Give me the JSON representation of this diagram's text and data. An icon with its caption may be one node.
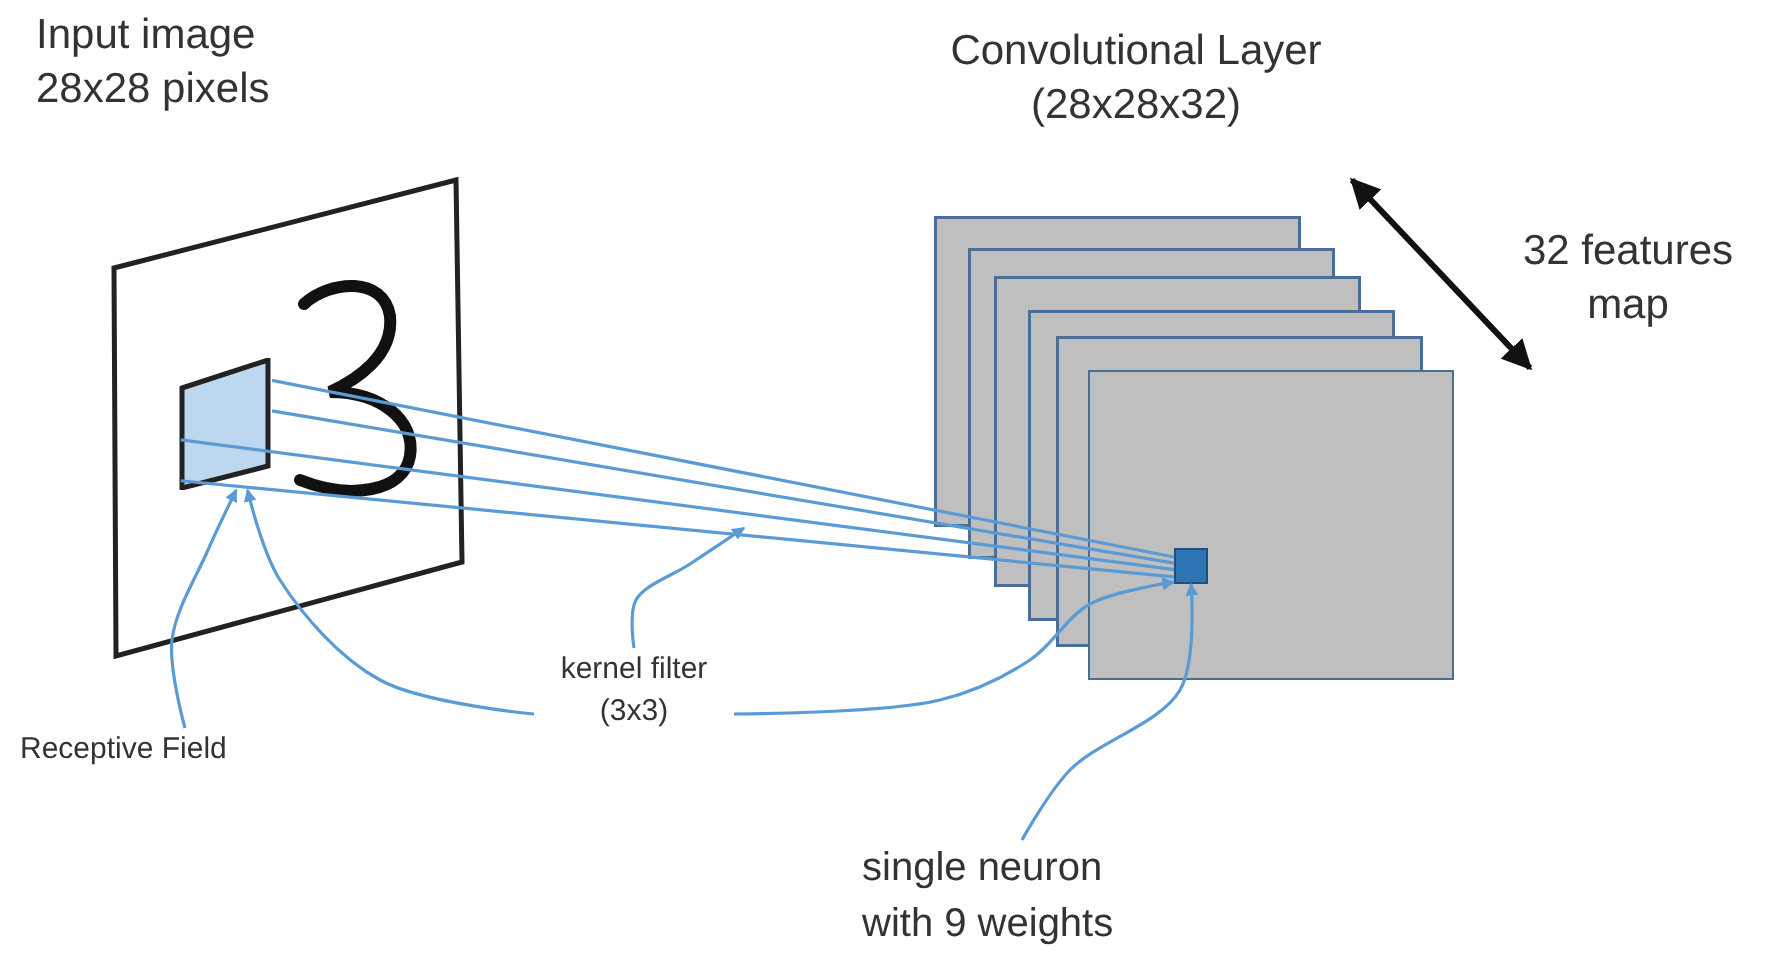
{
  "diagram": {
    "nodes": [
      {
        "text": [
          "Input image 28x28 pixels"
        ]
      },
      {
        "text": [],
        "shape": "box",
        "in": 0
      },
      {
        "text": [],
        "shape": "box"
      },
      {
        "text": [],
        "shape": "box",
        "in": 2
      },
      {
        "text": [
          "Receptive Field"
        ]
      },
      {
        "text": [
          "kernel filter (3x3)"
        ]
      },
      {
        "text": [
          "single neuron with 9 weights"
        ]
      }
    ],
    "edges": [
      {
        "from": 1,
        "to": 3,
        "arrow": "none"
      },
      {
        "from": 1,
        "to": 3,
        "arrow": "none"
      },
      {
        "from": 1,
        "to": 3,
        "arrow": "none"
      },
      {
        "from": 1,
        "to": 3,
        "arrow": "none"
      },
      {
        "from": 4,
        "to": 1,
        "arrow": "to"
      },
      {
        "from": 5,
        "to": 1,
        "arrow": "to"
      },
      {
        "from": 5,
        "to": null,
        "arrow": "to"
      },
      {
        "from": 5,
        "to": 3,
        "arrow": "to"
      },
      {
        "from": 6,
        "to": 3,
        "arrow": "to"
      }
    ],
    "labels": [
      "Convolutional Layer (28x28x32)",
      "32 features map"
    ]
  }
}
